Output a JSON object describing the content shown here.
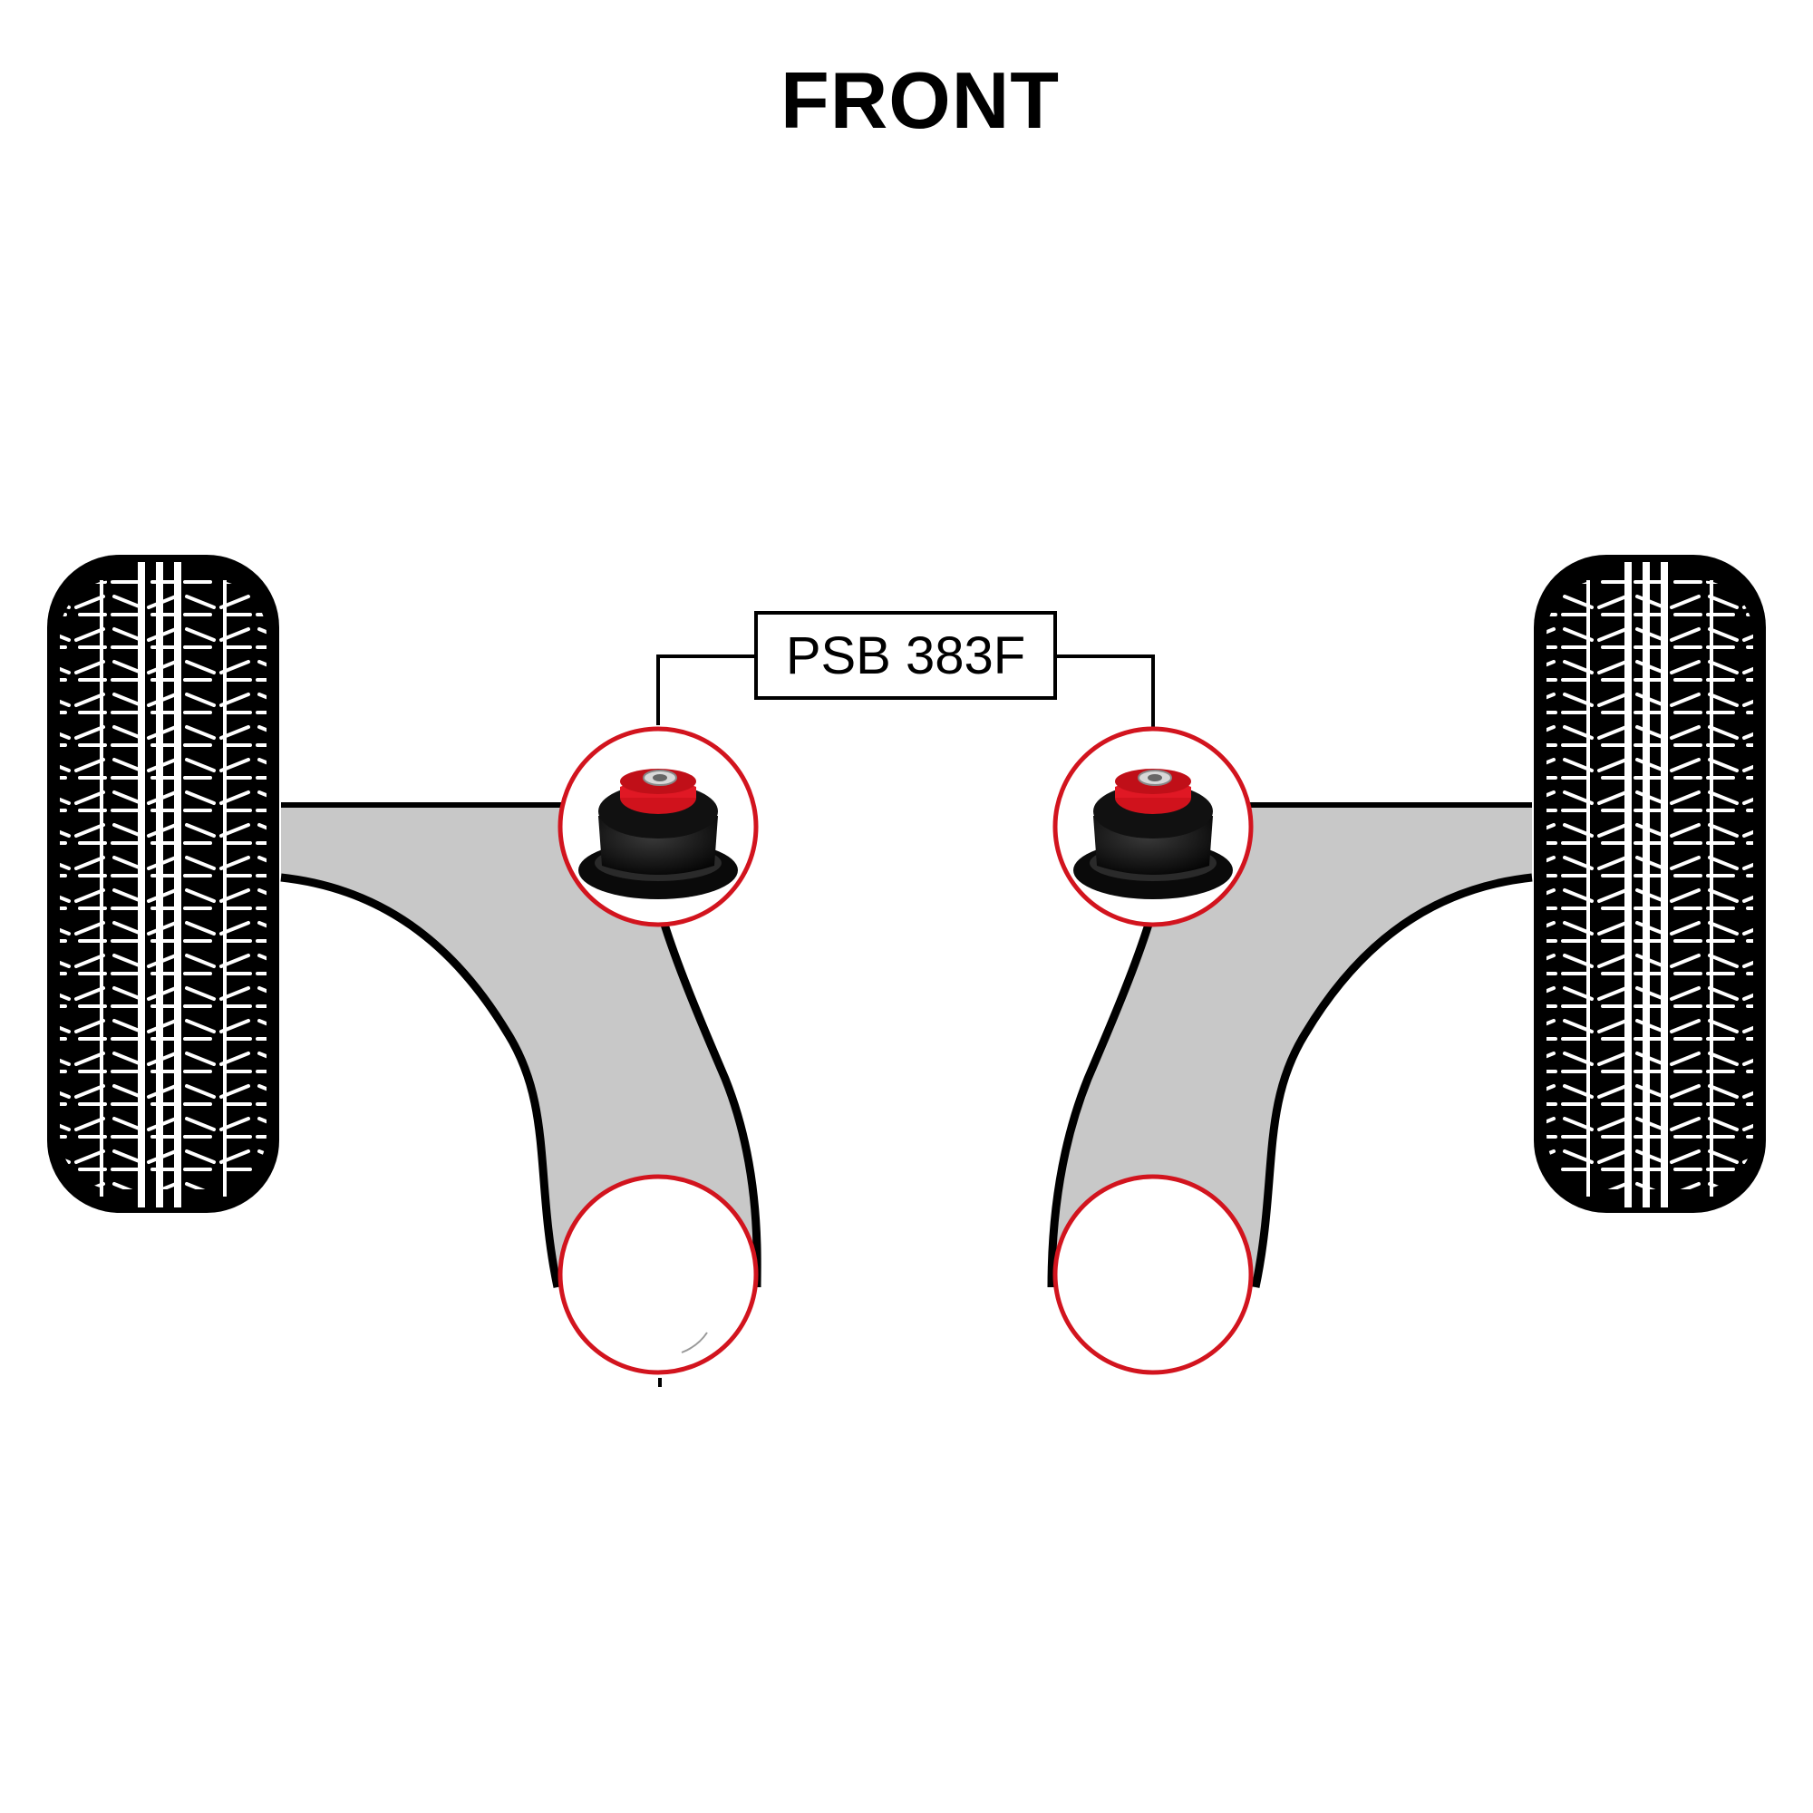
{
  "heading": "FRONT",
  "part_label": "PSB 383F",
  "colors": {
    "arm_fill": "#c8c8c8",
    "outline": "#000000",
    "highlight_ring": "#d2141e",
    "bush_body": "#151515",
    "bush_insert": "#d0121c",
    "sleeve": "#d8d8d8"
  },
  "elements": {
    "tyres": [
      "left-tyre",
      "right-tyre"
    ],
    "arms": [
      "left-control-arm",
      "right-control-arm"
    ],
    "highlighted_bushes": [
      "left-front-bush",
      "right-front-bush"
    ],
    "rear_mount_rings": [
      "left-rear-mount-ring",
      "right-rear-mount-ring"
    ]
  }
}
